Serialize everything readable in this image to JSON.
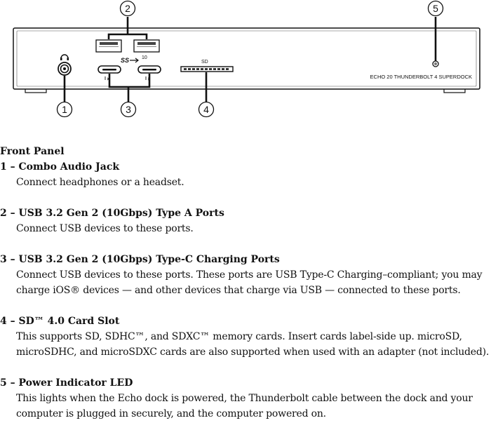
{
  "diagram": {
    "product_label": "ECHO 20 THUNDERBOLT 4 SUPERDOCK",
    "sd_label": "SD",
    "usb_speed_label": "10",
    "callouts": [
      "1",
      "2",
      "3",
      "4",
      "5"
    ]
  },
  "section_title": "Front Panel",
  "items": [
    {
      "heading": "1 – Combo Audio Jack",
      "lines": [
        "Connect headphones or a headset."
      ]
    },
    {
      "heading": "2 – USB 3.2 Gen 2 (10Gbps) Type A Ports",
      "lines": [
        "Connect USB devices to these ports."
      ]
    },
    {
      "heading": "3 – USB 3.2 Gen 2 (10Gbps) Type-C Charging Ports",
      "lines": [
        "Connect USB devices to these ports. These ports are USB Type-C Charging–compliant; you may",
        "charge iOS® devices — and other devices that charge via USB — connected to these ports."
      ]
    },
    {
      "heading": "4 – SD™ 4.0 Card Slot",
      "lines": [
        "This supports SD, SDHC™, and SDXC™ memory cards. Insert cards label-side up. microSD,",
        "microSDHC, and microSDXC cards are also supported when used with an adapter (not included)."
      ]
    },
    {
      "heading": "5 – Power Indicator LED",
      "lines": [
        "This lights when the Echo dock is powered, the Thunderbolt cable between the dock and your",
        "computer is plugged in securely, and the computer powered on."
      ]
    }
  ]
}
